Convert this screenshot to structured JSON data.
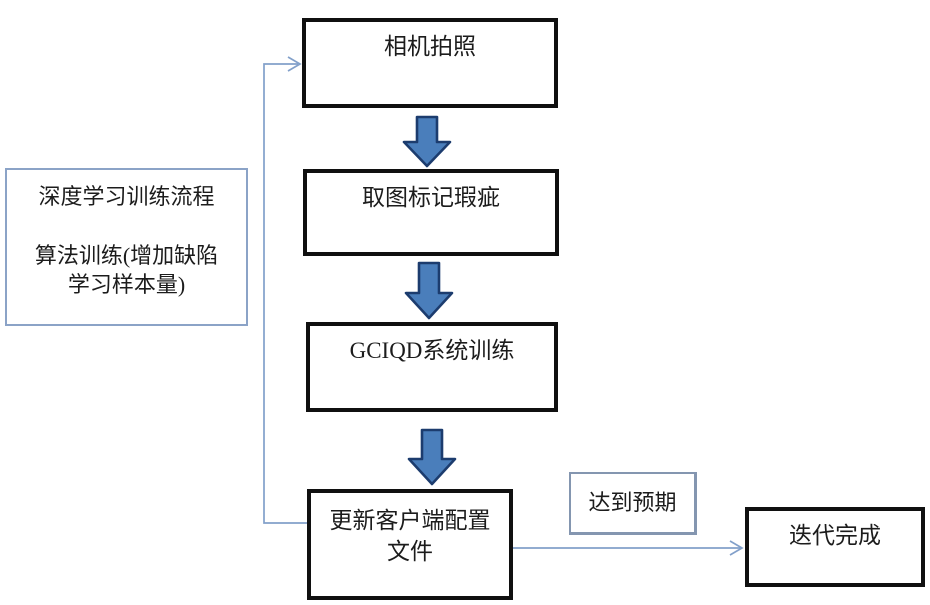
{
  "colors": {
    "background": "#ffffff",
    "text": "#1c1c1c",
    "node_border": "#101010",
    "note_border": "#8ba3c7",
    "label_border": "#8496b0",
    "connector": "#82a0ca",
    "arrow_fill": "#4a7ebb",
    "arrow_border": "#1c3c6e"
  },
  "side_note": {
    "line1": "深度学习训练流程",
    "line2": "算法训练(增加缺陷",
    "line3": "学习样本量)"
  },
  "nodes": {
    "camera": {
      "label": "相机拍照"
    },
    "mark": {
      "label": "取图标记瑕疵"
    },
    "train": {
      "label": "GCIQD系统训练"
    },
    "update": {
      "line1": "更新客户端配置",
      "line2": "文件"
    },
    "done": {
      "label": "迭代完成"
    }
  },
  "edge_label": "达到预期"
}
